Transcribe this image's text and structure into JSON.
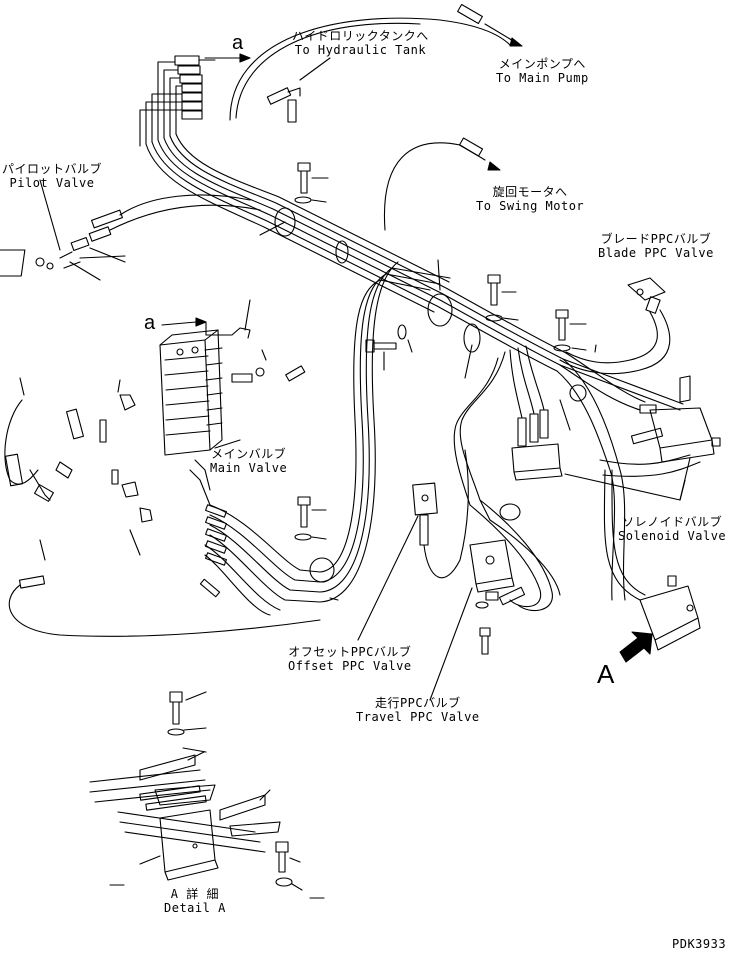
{
  "labels": {
    "hydraulic_tank_jp": "ハイドロリックタンクへ",
    "hydraulic_tank_en": "To Hydraulic Tank",
    "main_pump_jp": "メインポンプへ",
    "main_pump_en": "To Main Pump",
    "pilot_valve_jp": "パイロットバルブ",
    "pilot_valve_en": "Pilot Valve",
    "swing_motor_jp": "旋回モータへ",
    "swing_motor_en": "To Swing Motor",
    "blade_ppc_jp": "ブレードPPCバルブ",
    "blade_ppc_en": "Blade PPC Valve",
    "main_valve_jp": "メインバルブ",
    "main_valve_en": "Main Valve",
    "solenoid_valve_jp": "ソレノイドバルブ",
    "solenoid_valve_en": "Solenoid Valve",
    "offset_ppc_jp": "オフセットPPCバルブ",
    "offset_ppc_en": "Offset PPC Valve",
    "travel_ppc_jp": "走行PPCバルブ",
    "travel_ppc_en": "Travel PPC Valve",
    "detail_a_jp": "A 詳 細",
    "detail_a_en": "Detail A",
    "ref_a_top": "a",
    "ref_a_mid": "a",
    "view_a": "A",
    "drawing_code": "PDK3933"
  },
  "colors": {
    "line": "#000000",
    "background": "#ffffff"
  }
}
